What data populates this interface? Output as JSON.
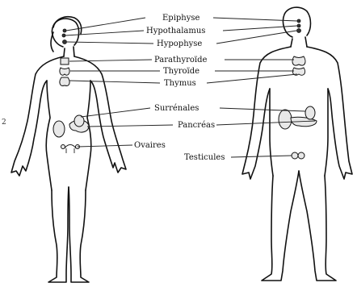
{
  "labels": {
    "epiphyse": "Epiphyse",
    "hypothalamus": "Hypothalamus",
    "hypophyse": "Hypophyse",
    "parathyroide": "Parathyroïde",
    "thyroide": "Thyroïde",
    "thymus": "Thymus",
    "surrenales": "Surrénales",
    "pancreas": "Pancréas",
    "ovaires": "Ovaires",
    "testicules": "Testicules"
  },
  "stray_mark": "2"
}
